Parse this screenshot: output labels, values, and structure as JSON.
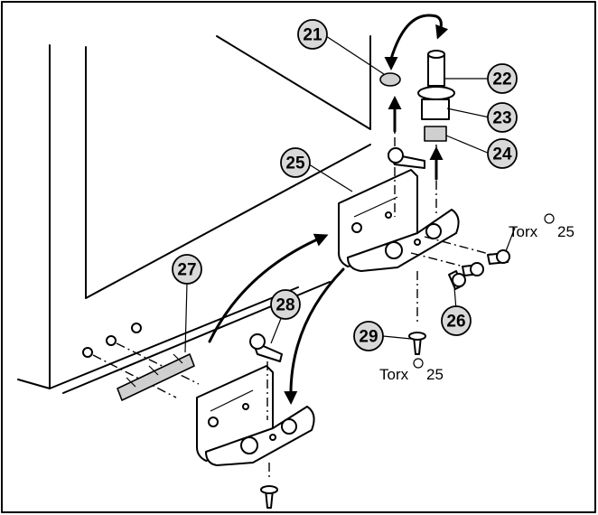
{
  "callouts": [
    "21",
    "22",
    "23",
    "24",
    "25",
    "26",
    "27",
    "28",
    "29"
  ],
  "torx_label": "Torx",
  "torx_size": "25"
}
